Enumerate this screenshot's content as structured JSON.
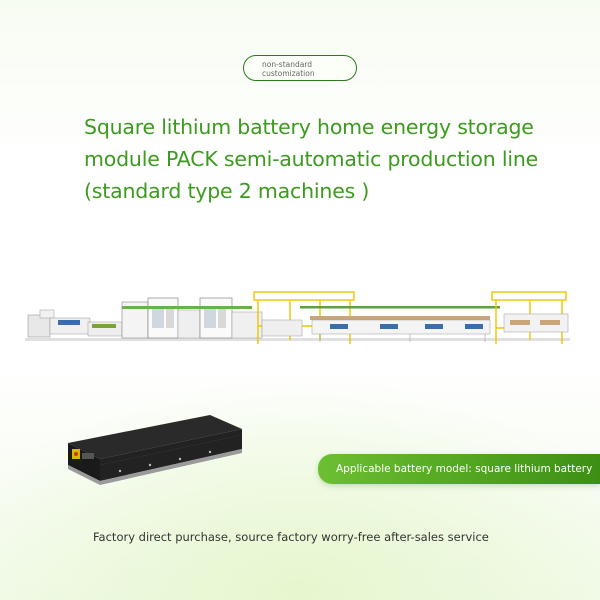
{
  "badge": {
    "line1": "non-standard",
    "line2": "customization"
  },
  "title": "Square lithium battery home energy storage module PACK semi-automatic production line (standard type 2 machines )",
  "banner": "Applicable battery model: square lithium battery",
  "footer": "Factory direct purchase, source factory worry-free after-sales service",
  "colors": {
    "accent_green": "#3c9a1e",
    "banner_green": "#5bb12a",
    "frame_yellow": "#f2c200"
  },
  "images": {
    "production_line": "production-line-illustration",
    "battery": "battery-pack-illustration"
  }
}
